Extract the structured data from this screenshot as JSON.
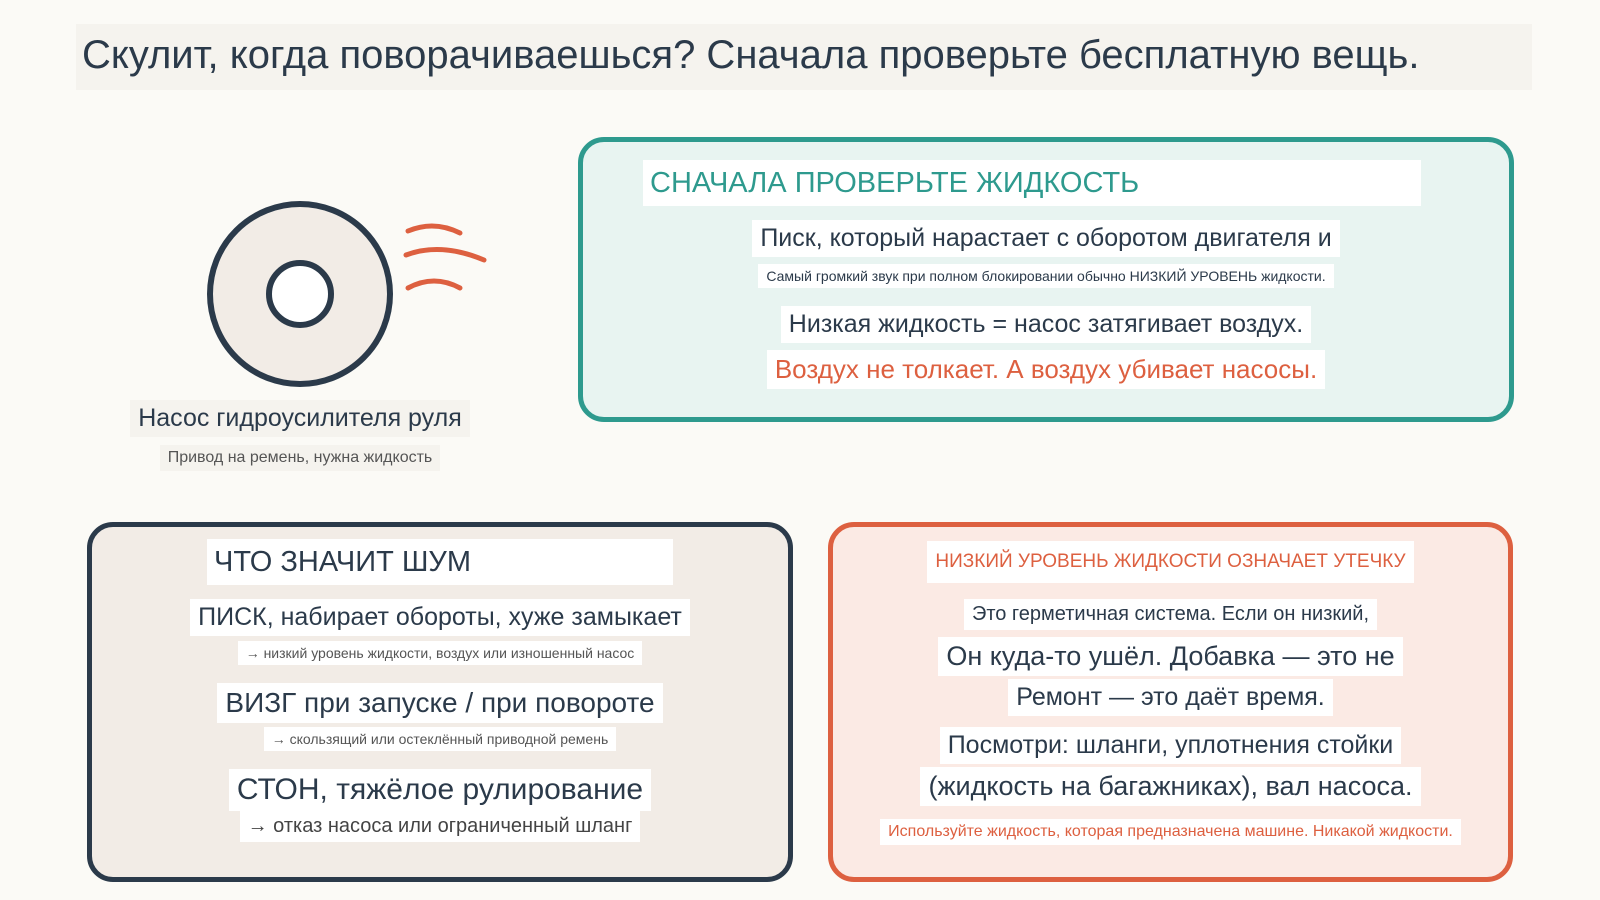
{
  "title": "Скулит, когда поворачиваешься? Сначала проверьте бесплатную вещь.",
  "colors": {
    "teal": "#2e9a8e",
    "navy": "#2b3a4a",
    "coral": "#dd6040",
    "background": "#fbfaf6"
  },
  "pump": {
    "icon": "power-steering-pump-icon",
    "name": "Насос гидроусилителя руля",
    "subtitle": "Привод на ремень, нужна жидкость"
  },
  "fluid_card": {
    "heading": "СНАЧАЛА ПРОВЕРЬТЕ ЖИДКОСТЬ",
    "line1": "Писк, который нарастает с оборотом двигателя и",
    "line2": "Самый громкий звук при полном блокировании обычно НИЗКИЙ УРОВЕНЬ жидкости.",
    "line3": "Низкая жидкость = насос затягивает воздух.",
    "line4": "Воздух не толкает. А воздух убивает насосы."
  },
  "noise_card": {
    "heading": "ЧТО ЗНАЧИТ ШУМ",
    "items": [
      {
        "sound": "ПИСК, набирает обороты, хуже замыкает",
        "cause": "→ низкий уровень жидкости, воздух или изношенный насос"
      },
      {
        "sound": "ВИЗГ при запуске / при повороте",
        "cause": "→ скользящий или остеклённый приводной ремень"
      },
      {
        "sound": "СТОН, тяжёлое рулирование",
        "cause": "→ отказ насоса или ограниченный шланг"
      }
    ]
  },
  "leak_card": {
    "heading": "НИЗКИЙ УРОВЕНЬ ЖИДКОСТИ ОЗНАЧАЕТ УТЕЧКУ",
    "line1": "Это герметичная система. Если он низкий,",
    "line2": "Он куда-то ушёл. Добавка — это не",
    "line3": "Ремонт — это даёт время.",
    "line4": "Посмотри: шланги, уплотнения стойки",
    "line5": "(жидкость на багажниках), вал насоса.",
    "line6": "Используйте жидкость, которая предназначена машине. Никакой жидкости."
  }
}
